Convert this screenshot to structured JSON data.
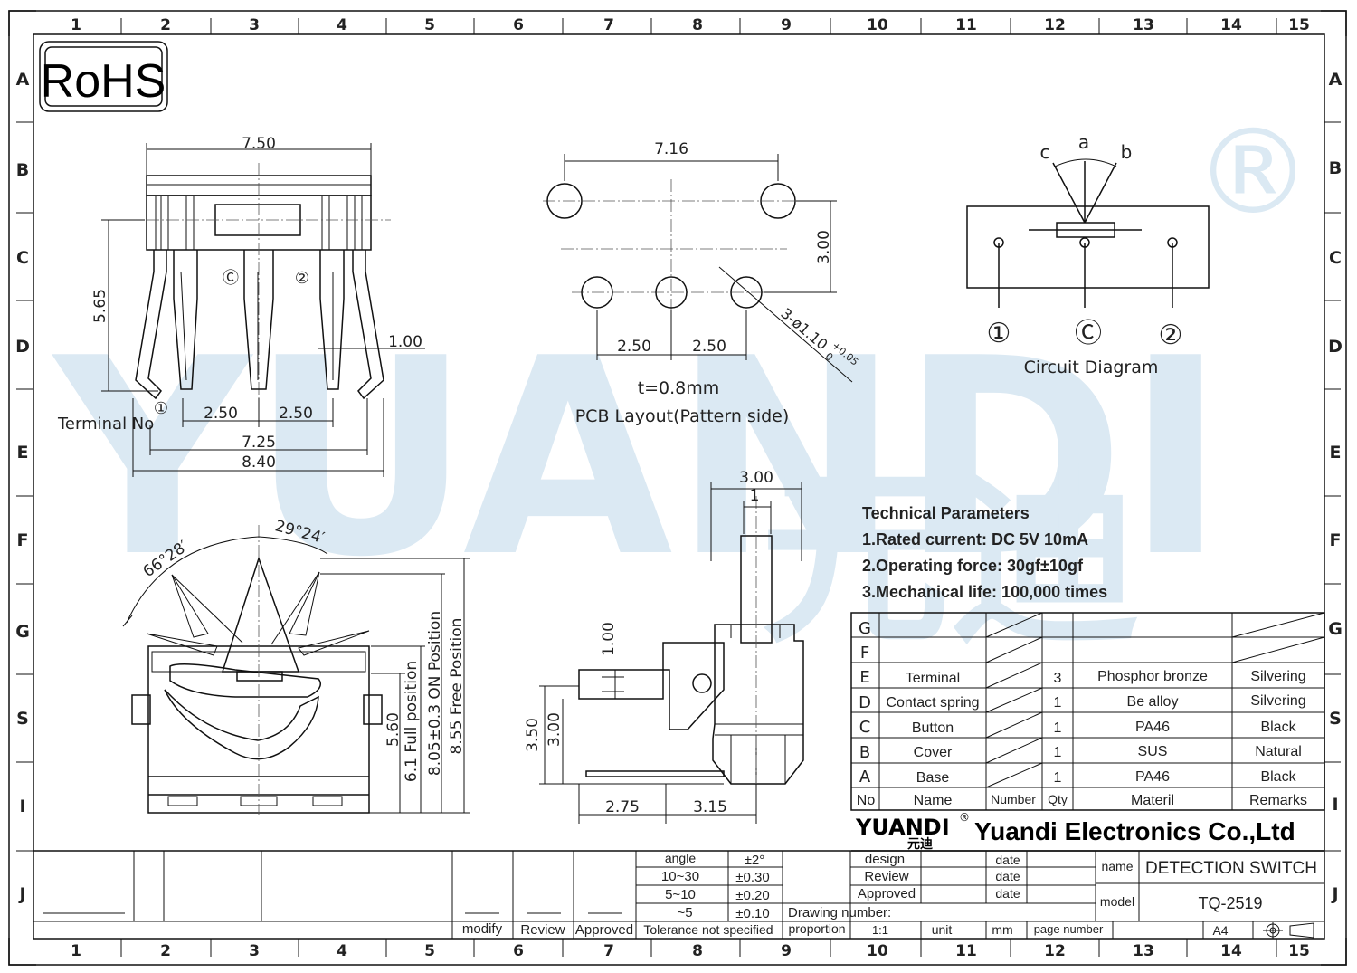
{
  "frame": {
    "columns": [
      "1",
      "2",
      "3",
      "4",
      "5",
      "6",
      "7",
      "8",
      "9",
      "10",
      "11",
      "12",
      "13",
      "14",
      "15"
    ],
    "rows_left": [
      "A",
      "B",
      "C",
      "D",
      "E",
      "F",
      "G",
      "S",
      "I",
      "J"
    ],
    "rows_right": [
      "A",
      "B",
      "C",
      "D",
      "E",
      "F",
      "G",
      "S",
      "I",
      "J"
    ]
  },
  "logo": {
    "rohs": "RoHS"
  },
  "watermark": {
    "text": "YUANDI",
    "cn": "元迪",
    "reg": "®"
  },
  "front_view": {
    "dim_width": "7.50",
    "dim_height": "5.65",
    "dim_terminal": "1.00",
    "dim_pitch_a": "2.50",
    "dim_pitch_b": "2.50",
    "dim_span": "7.25",
    "dim_total": "8.40",
    "pin_c": "Ⓒ",
    "pin_2": "②",
    "pin_1": "①",
    "terminal_label": "Terminal  No"
  },
  "pcb": {
    "dim_width": "7.16",
    "dim_height": "3.00",
    "dim_pitch_a": "2.50",
    "dim_pitch_b": "2.50",
    "hole_note": "3-ø1.10",
    "hole_tol_plus": "+0.05",
    "hole_tol_minus": "0",
    "thickness": "t=0.8mm",
    "title": "PCB  Layout(Pattern  side)"
  },
  "circuit": {
    "a": "a",
    "b": "b",
    "c": "c",
    "p1": "①",
    "pc": "Ⓒ",
    "p2": "②",
    "title": "Circuit  Diagram"
  },
  "side_view": {
    "angle_left": "66°28′",
    "angle_right": "29°24′",
    "dim_560": "5.60",
    "full_position": "6.1  Full  position",
    "on_position": "8.05±0.3  ON  Position",
    "free_position": "8.55  Free  Position"
  },
  "section_view": {
    "dim_top": "3.00",
    "dim_one": "1",
    "dim_100": "1.00",
    "dim_350": "3.50",
    "dim_300": "3.00",
    "dim_275": "2.75",
    "dim_315": "3.15"
  },
  "tech": {
    "title": "Technical Parameters",
    "p1": "1.Rated current: DC 5V 10mA",
    "p2": "2.Operating force: 30gf±10gf",
    "p3": "3.Mechanical life: 100,000 times"
  },
  "bom": {
    "rows": [
      {
        "no": "G",
        "name": "",
        "qty": "",
        "material": "",
        "remarks": ""
      },
      {
        "no": "F",
        "name": "",
        "qty": "",
        "material": "",
        "remarks": ""
      },
      {
        "no": "E",
        "name": "Terminal",
        "qty": "3",
        "material": "Phosphor bronze",
        "remarks": "Silvering"
      },
      {
        "no": "D",
        "name": "Contact spring",
        "qty": "1",
        "material": "Be alloy",
        "remarks": "Silvering"
      },
      {
        "no": "C",
        "name": "Button",
        "qty": "1",
        "material": "PA46",
        "remarks": "Black"
      },
      {
        "no": "B",
        "name": "Cover",
        "qty": "1",
        "material": "SUS",
        "remarks": "Natural"
      },
      {
        "no": "A",
        "name": "Base",
        "qty": "1",
        "material": "PA46",
        "remarks": "Black"
      }
    ],
    "header": {
      "no": "No",
      "name": "Name",
      "number": "Number",
      "qty": "Qty",
      "material": "Materil",
      "remarks": "Remarks"
    }
  },
  "company": {
    "logo": "YUANDI",
    "logo_cn": "元迪",
    "reg": "®",
    "name": "Yuandi Electronics Co.,Ltd"
  },
  "titleblock": {
    "design": "design",
    "review": "Review",
    "approved": "Approved",
    "date": "date",
    "name_label": "name",
    "name_value": "DETECTION SWITCH",
    "model_label": "model",
    "model_value": "TQ-2519",
    "drawing_number": "Drawing number:",
    "proportion": "proportion",
    "scale": "1:1",
    "unit": "unit",
    "mm": "mm",
    "page_number": "page number",
    "size": "A4"
  },
  "tolerance": {
    "angle": "angle",
    "angle_tol": "±2°",
    "r1": "10~30",
    "r1_tol": "±0.30",
    "r2": "5~10",
    "r2_tol": "±0.20",
    "r3": "~5",
    "r3_tol": "±0.10",
    "caption": "Tolerance not specified"
  },
  "revision": {
    "modify": "modify",
    "review": "Review",
    "approved": "Approved"
  }
}
